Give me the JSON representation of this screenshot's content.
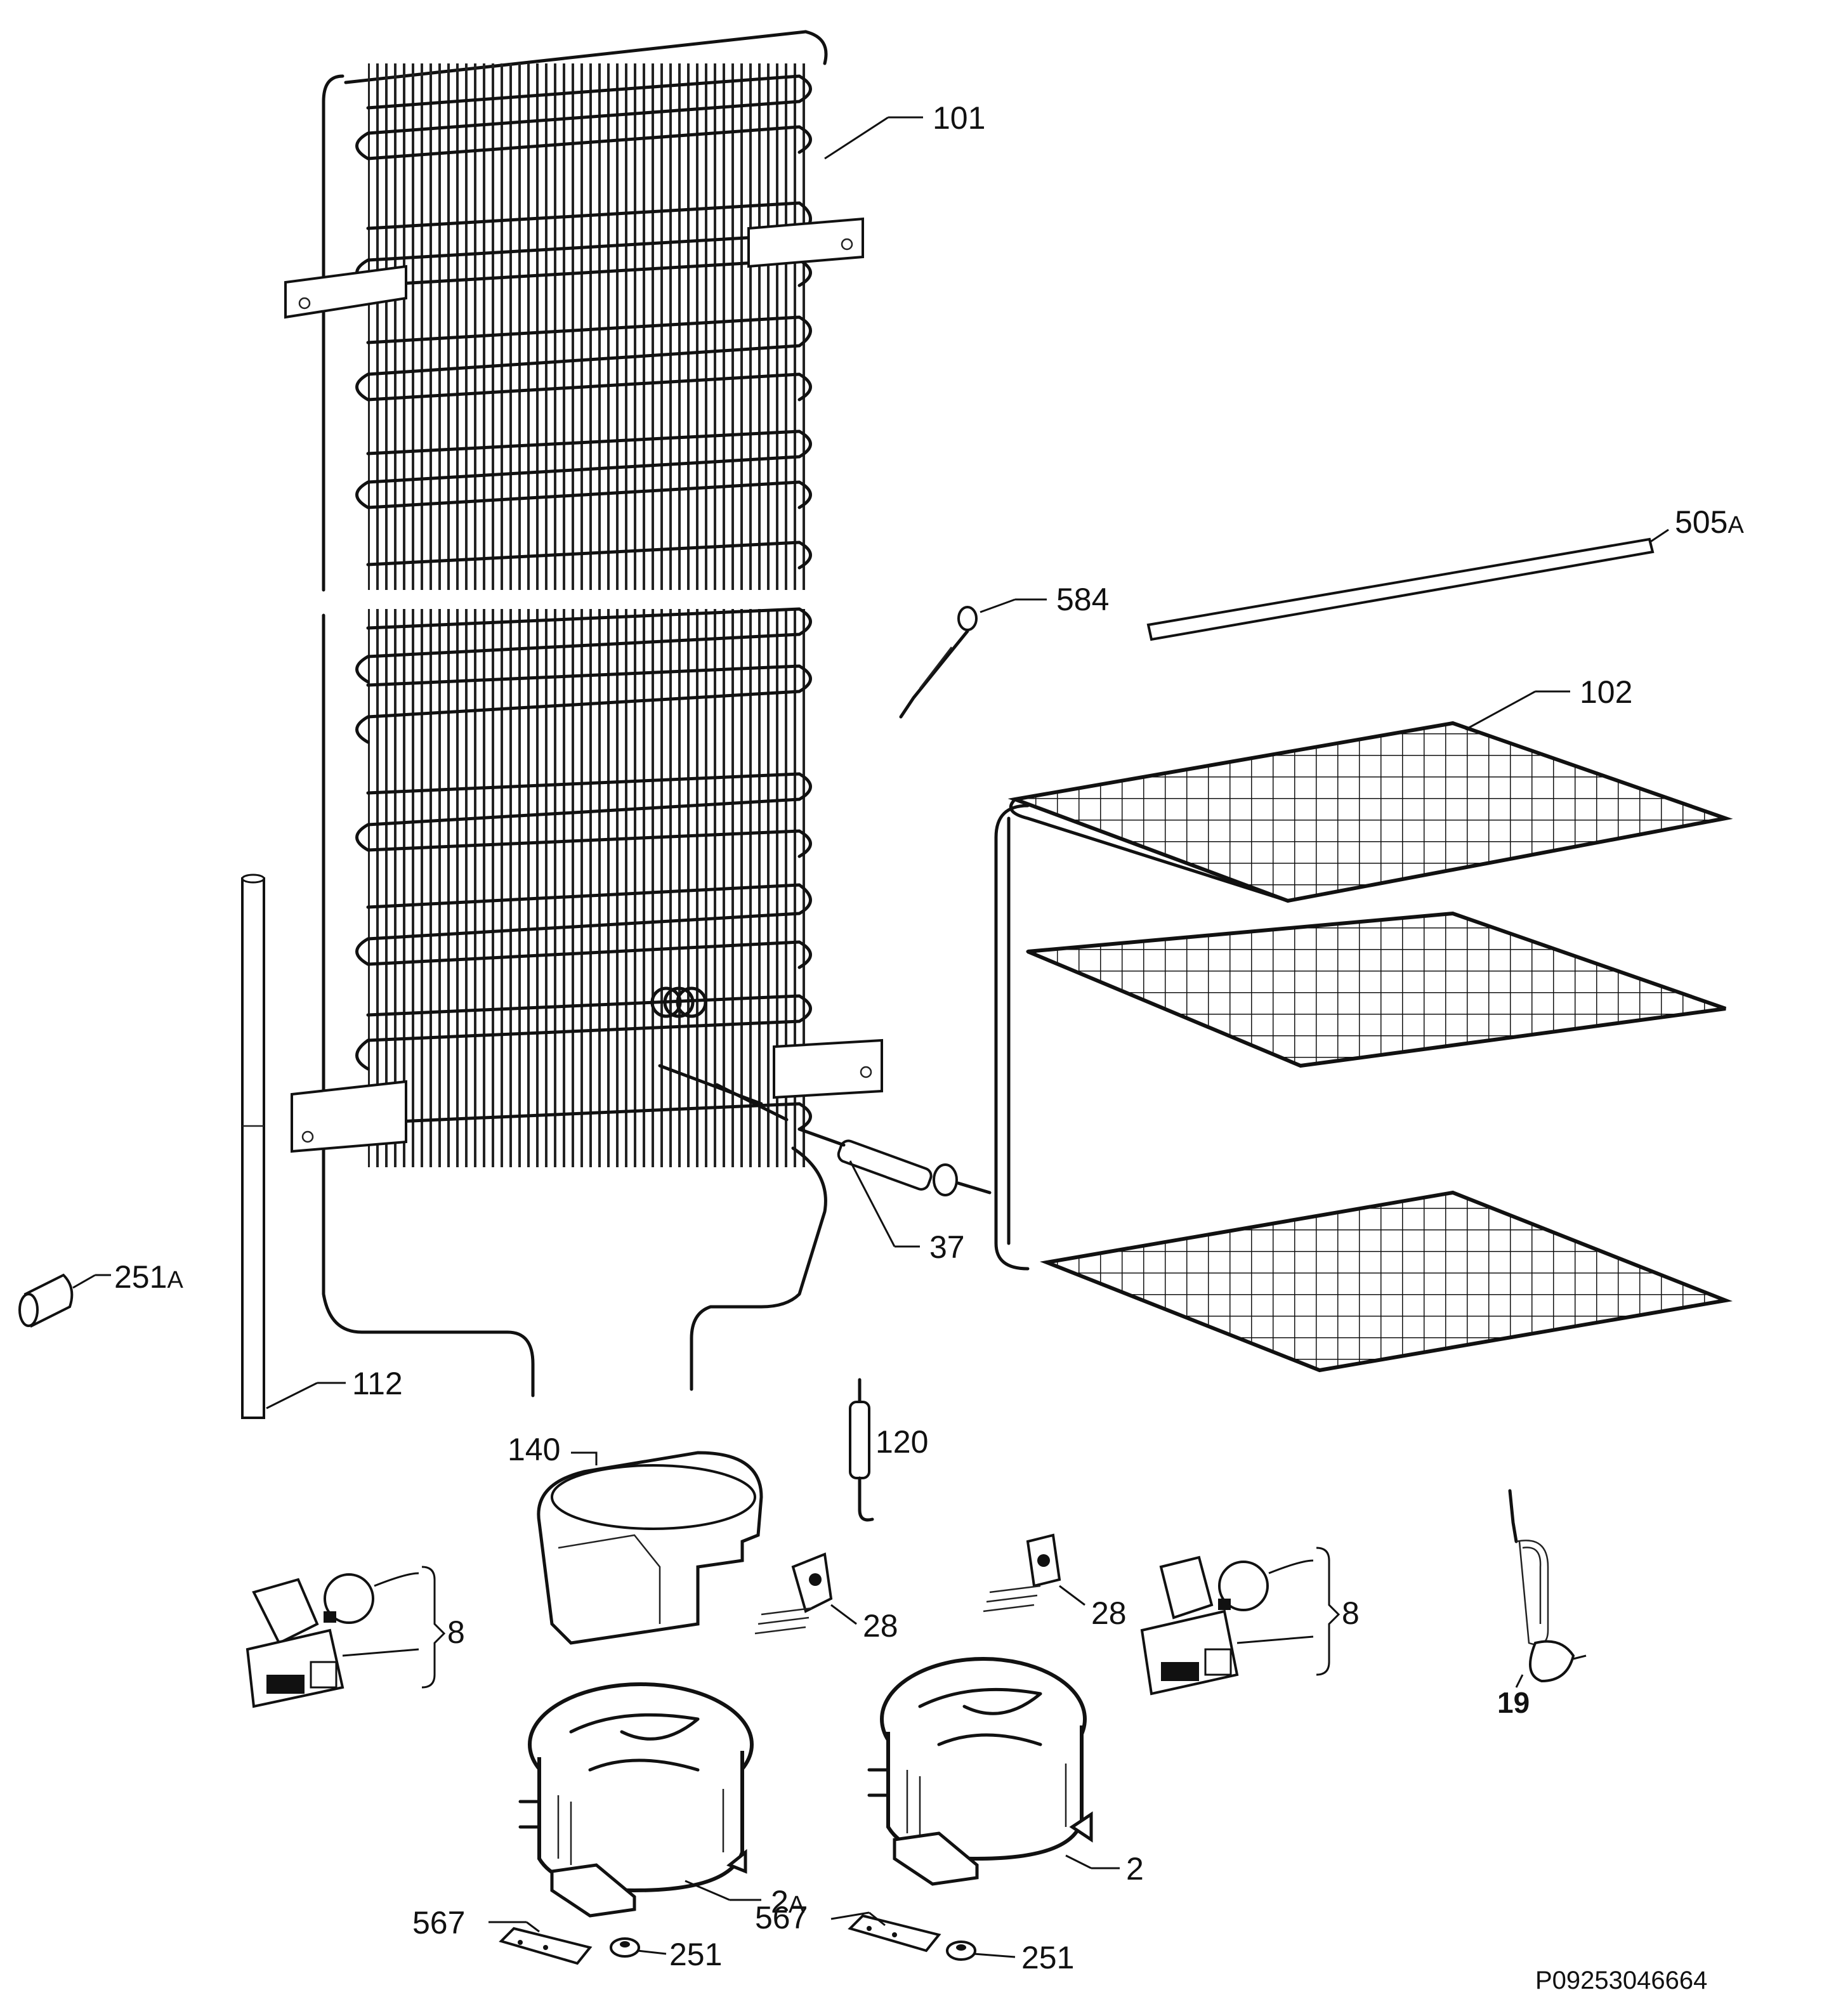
{
  "labels": {
    "l101": "101",
    "l505a": "505",
    "l505a_suffix": "A",
    "l584": "584",
    "l102": "102",
    "l37": "37",
    "l251a": "251",
    "l251a_suffix": "A",
    "l112": "112",
    "l120": "120",
    "l140": "140",
    "l8_left": "8",
    "l28_left": "28",
    "l28_right": "28",
    "l8_right": "8",
    "l19": "19",
    "l2a": "2",
    "l2a_suffix": "A",
    "l2": "2",
    "l567_left": "567",
    "l251_left": "251",
    "l567_right": "567",
    "l251_right": "251"
  },
  "document_code": "P09253046664"
}
